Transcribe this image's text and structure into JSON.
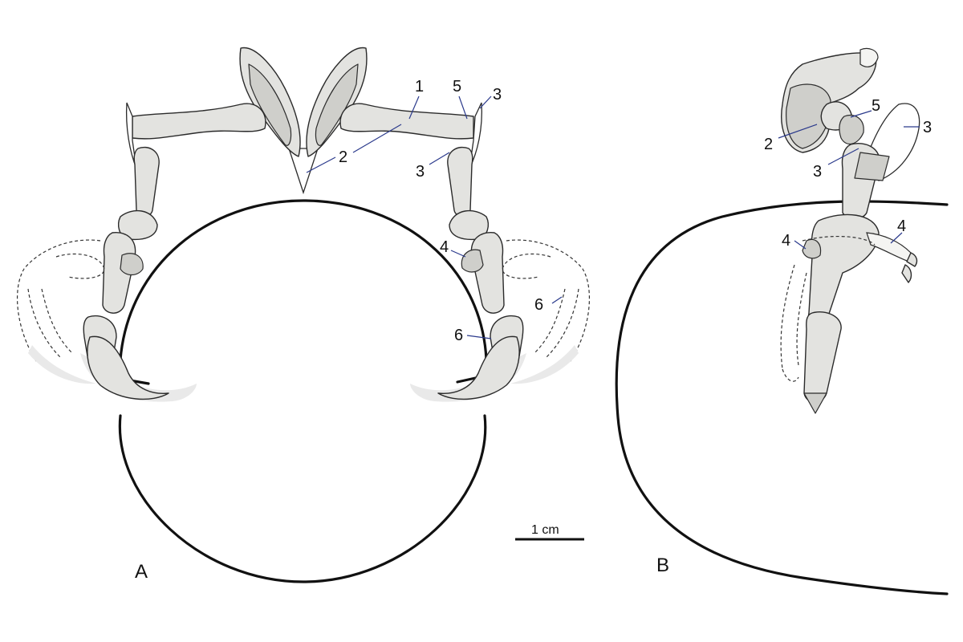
{
  "panels": {
    "a": {
      "label": "A"
    },
    "b": {
      "label": "B"
    }
  },
  "scale_bar": {
    "label": "1 cm"
  },
  "callouts_a": {
    "c1": "1",
    "c2": "2",
    "c3_top": "3",
    "c3_mid": "3",
    "c4": "4",
    "c5": "5",
    "c6_left": "6",
    "c6_right": "6"
  },
  "callouts_b": {
    "c2": "2",
    "c3_right": "3",
    "c3_left": "3",
    "c4_left": "4",
    "c4_right": "4",
    "c5": "5"
  },
  "colors": {
    "bone": "#e3e3e0",
    "outline": "#111111",
    "leader": "#2b3a8c"
  }
}
